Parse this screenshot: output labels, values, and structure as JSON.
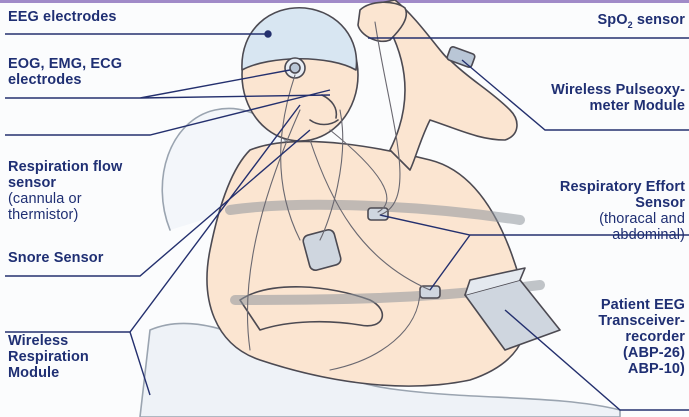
{
  "colors": {
    "label_text": "#1f2f73",
    "leader_line": "#24306e",
    "outline": "#4c4a52",
    "skin": "#fbe5d1",
    "cap": "#d8e6f2",
    "device": "#cfd6df"
  },
  "labels": {
    "eeg_electrodes": "EEG electrodes",
    "eog_emg_ecg": "EOG, EMG, ECG\nelectrodes",
    "respiration_flow_title": "Respiration flow\nsensor",
    "respiration_flow_sub": "(cannula or\nthermistor)",
    "snore_sensor": "Snore Sensor",
    "wireless_respiration": "Wireless\nRespiration\nModule",
    "spo2_prefix": "SpO",
    "spo2_subscript": "2",
    "spo2_suffix": " sensor",
    "wireless_pulseoxy": "Wireless Pulseoxy-\nmeter Module",
    "respiratory_effort_title": "Respiratory Effort\nSensor",
    "respiratory_effort_sub": "(thoracal and\nabdominal)",
    "patient_eeg": "Patient EEG\nTransceiver-\nrecorder\n(ABP-26)\nABP-10)"
  }
}
